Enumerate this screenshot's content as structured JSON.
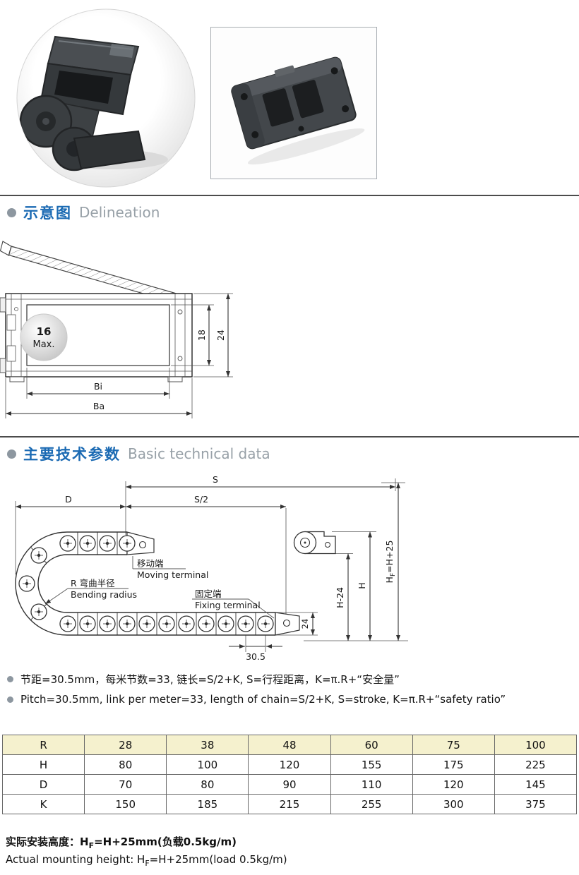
{
  "colors": {
    "accent_blue": "#1b6ab3",
    "heading_gray": "#97a0a7",
    "table_header_bg": "#f5f1ce"
  },
  "sections": {
    "delineation": {
      "zh": "示意图",
      "en": "Delineation"
    },
    "technical": {
      "zh": "主要技术参数",
      "en": "Basic technical data"
    }
  },
  "delineation": {
    "max_value": "16",
    "max_word": "Max.",
    "dim_inner_height": "18",
    "dim_outer_height": "24",
    "dim_inner_width": "Bi",
    "dim_outer_width": "Ba"
  },
  "bend": {
    "dim_stroke": "S",
    "dim_half_stroke": "S/2",
    "dim_d": "D",
    "moving_terminal_zh": "移动端",
    "moving_terminal_en": "Moving terminal",
    "bending_radius_zh": "R 弯曲半径",
    "bending_radius_en": "Bending radius",
    "fixing_terminal_zh": "固定端",
    "fixing_terminal_en": "Fixing terminal",
    "dim_h_minus_24": "H-24",
    "dim_h": "H",
    "hf": {
      "pre": "H",
      "sub": "F",
      "post": "=H+25"
    },
    "dim_24": "24",
    "dim_pitch": "30.5"
  },
  "notes": {
    "zh": "节距=30.5mm，每米节数=33, 链长=S/2+K, S=行程距离，K=π.R+“安全量”",
    "en": "Pitch=30.5mm, link per meter=33, length of chain=S/2+K, S=stroke, K=π.R+“safety ratio”"
  },
  "table": {
    "header": [
      "R",
      "28",
      "38",
      "48",
      "60",
      "75",
      "100"
    ],
    "rows": [
      [
        "H",
        "80",
        "100",
        "120",
        "155",
        "175",
        "225"
      ],
      [
        "D",
        "70",
        "80",
        "90",
        "110",
        "120",
        "145"
      ],
      [
        "K",
        "150",
        "185",
        "215",
        "255",
        "300",
        "375"
      ]
    ]
  },
  "footer": {
    "zh": {
      "pre": "实际安装高度：H",
      "sub": "F",
      "post": "=H+25mm(负载0.5kg/m)"
    },
    "en": {
      "pre": "Actual mounting height: H",
      "sub": "F",
      "post": "=H+25mm(load 0.5kg/m)"
    }
  }
}
